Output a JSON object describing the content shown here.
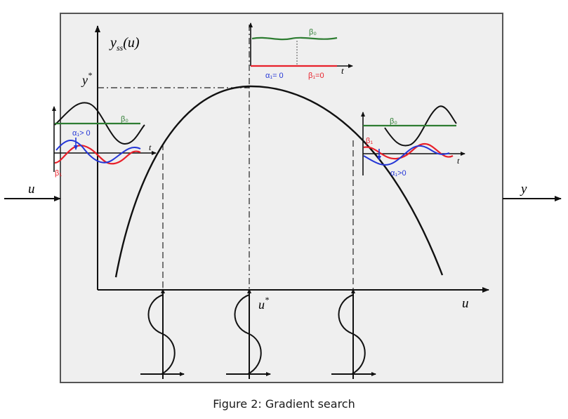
{
  "input_label": "u",
  "output_label": "y",
  "ss_label": "y",
  "ss_sub": "ss",
  "ss_arg": "(u)",
  "ystar_label": "y",
  "ustar_label": "u",
  "star": "*",
  "u_axis_label": "u",
  "center": {
    "beta0": "β₀",
    "alpha1": "α₁= 0",
    "beta1": "β₁=0",
    "t": "t"
  },
  "left": {
    "beta0": "β₀",
    "alpha1": "α₁> 0",
    "beta1": "β₁",
    "t": "t"
  },
  "right": {
    "beta0": "β₀",
    "alpha1": "α₁>0",
    "beta1": "β₁",
    "t": "t"
  },
  "caption": "Figure 2: Gradient search",
  "colors": {
    "green": "#2e7d32",
    "red": "#e8202a",
    "blue": "#2436d6",
    "box": "#efefef"
  }
}
